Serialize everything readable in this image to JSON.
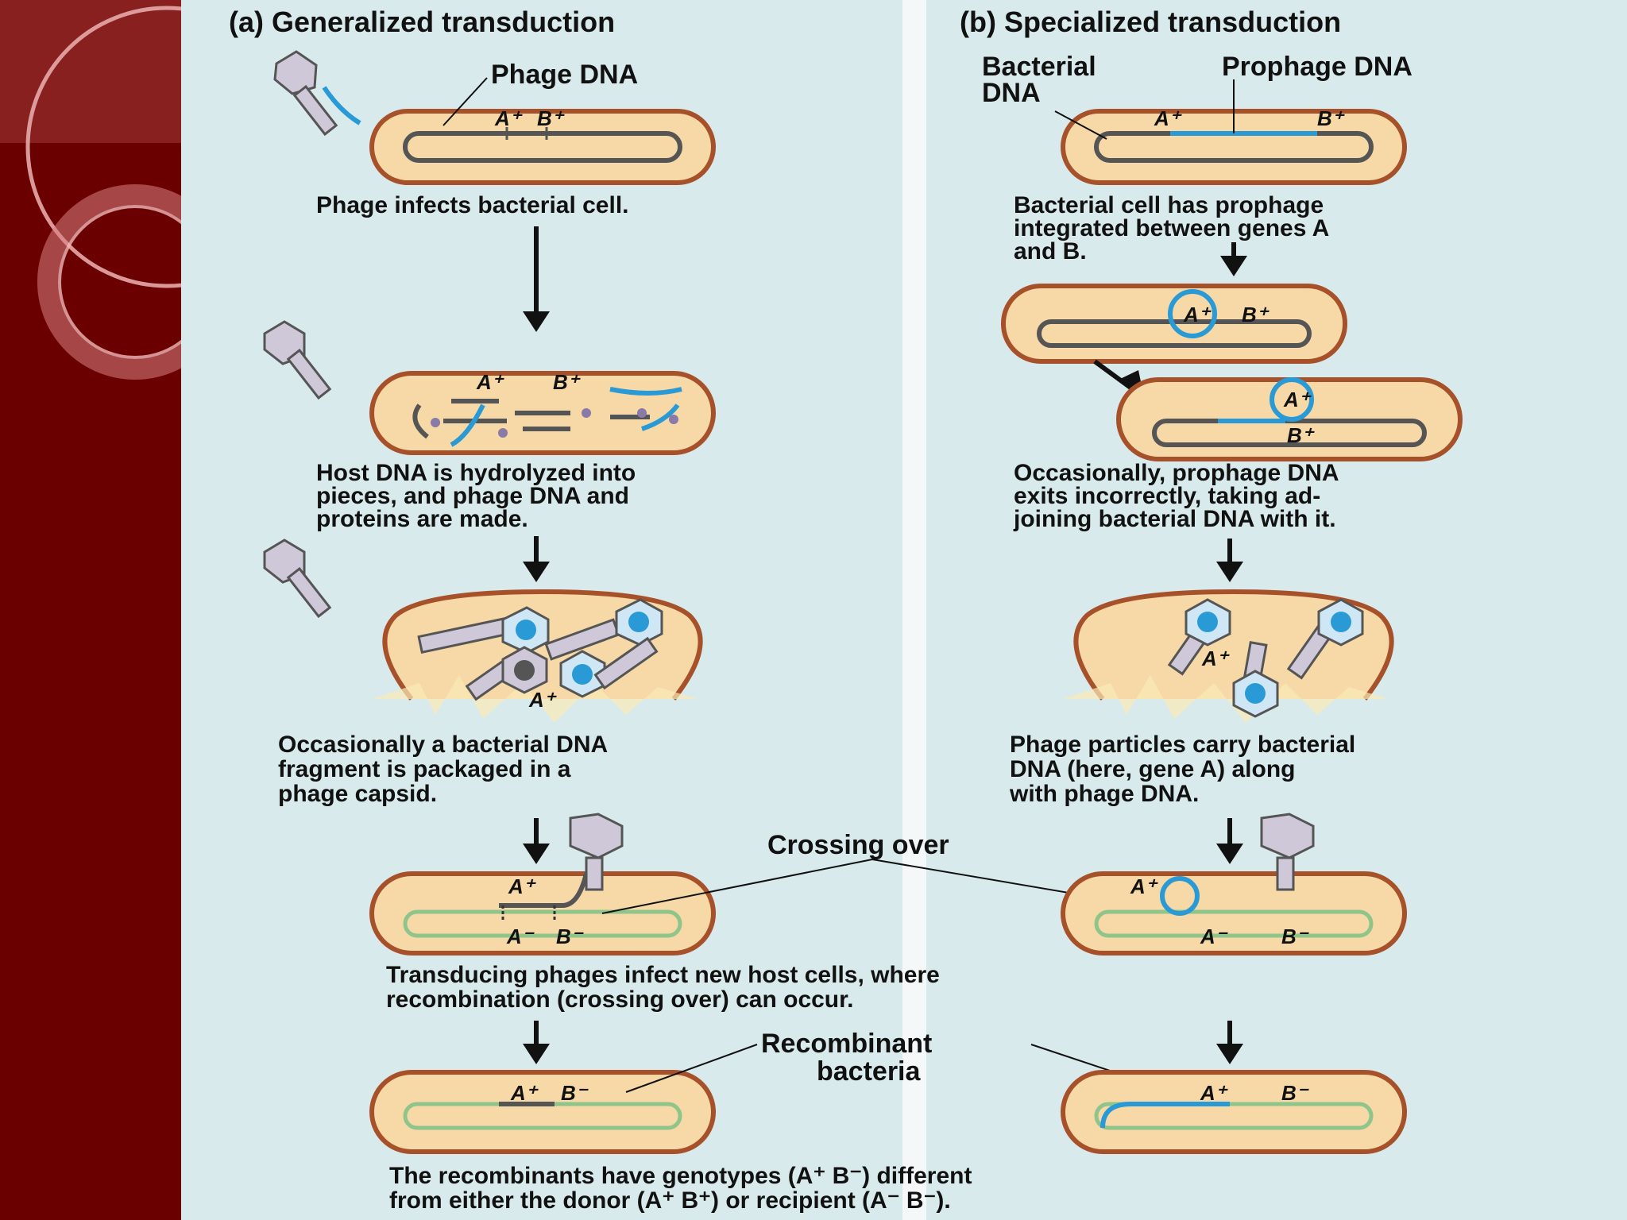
{
  "colors": {
    "sidebar": "#6b0000",
    "panel": "#d8eaec",
    "cell_fill": "#f6d9a6",
    "cell_wall": "#a7512a",
    "phage_dna": "#2a9ad6",
    "recipient_dna": "#8fc58a"
  },
  "panel_a": {
    "title": "(a) Generalized transduction",
    "label_phage_dna": "Phage DNA",
    "step1": "Phage infects bacterial cell.",
    "step2": [
      "Host DNA is hydrolyzed into",
      "pieces, and phage DNA and",
      "proteins are made."
    ],
    "step3": [
      "Occasionally a bacterial DNA",
      "fragment is packaged in a",
      "phage capsid."
    ]
  },
  "panel_b": {
    "title": "(b) Specialized transduction",
    "label_bacterial_dna": [
      "Bacterial",
      "DNA"
    ],
    "label_prophage_dna": "Prophage DNA",
    "step1": [
      "Bacterial cell has prophage",
      "integrated between genes A",
      "and B."
    ],
    "step2": [
      "Occasionally, prophage DNA",
      "exits incorrectly, taking ad-",
      "joining bacterial DNA with it."
    ],
    "step3": [
      "Phage particles carry bacterial",
      "DNA (here, gene A) along",
      "with phage DNA."
    ]
  },
  "shared": {
    "crossing_over": "Crossing over",
    "step4": [
      "Transducing phages infect new host cells, where",
      "recombination (crossing over) can occur."
    ],
    "recombinant": [
      "Recombinant",
      "bacteria"
    ],
    "step5": [
      "The recombinants have genotypes (A⁺ B⁻) different",
      "from either the donor (A⁺ B⁺) or recipient (A⁻ B⁻)."
    ]
  },
  "genes": {
    "a_plus": "A⁺",
    "b_plus": "B⁺",
    "a_minus": "A⁻",
    "b_minus": "B⁻"
  }
}
